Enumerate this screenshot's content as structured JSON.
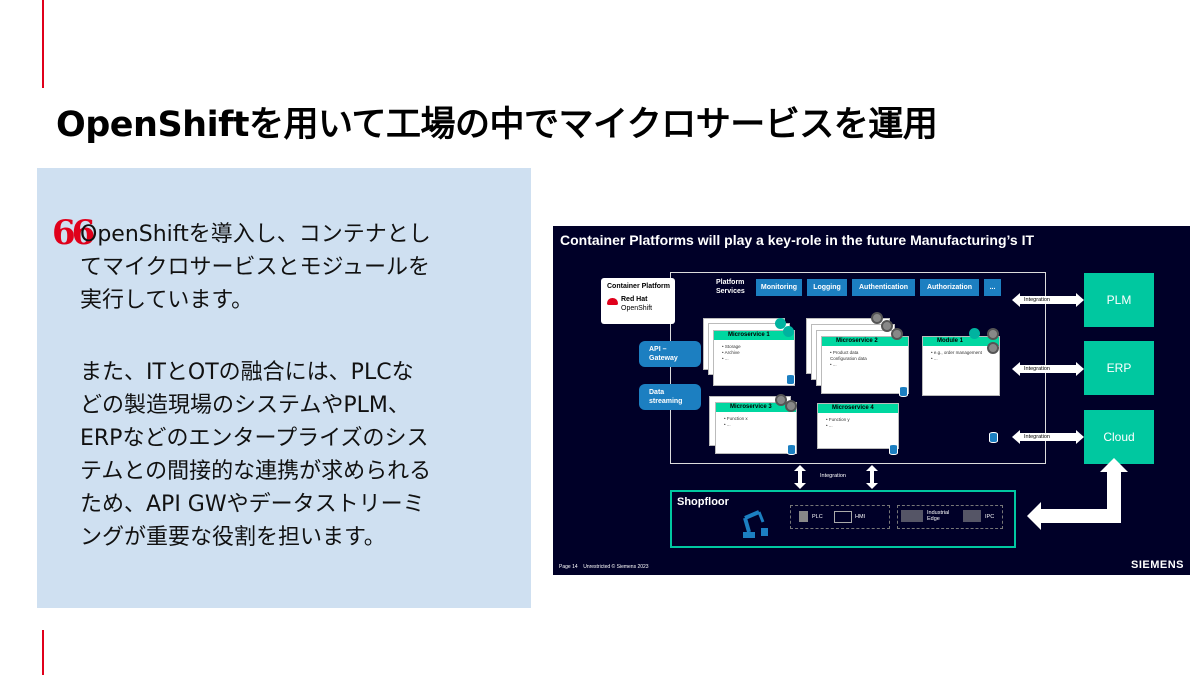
{
  "title": "OpenShiftを用いて工場の中でマイクロサービスを運用",
  "quote": {
    "mark": "66",
    "paragraph1": "OpenShiftを導入し、コンテナとし\nてマイクロサービスとモジュールを\n実行しています。",
    "paragraph2": "また、ITとOTの融合には、PLCな\nどの製造現場のシステムやPLM、\nERPなどのエンタープライズのシス\nテムとの間接的な連携が求められる\nため、API GWやデータストリーミ\nングが重要な役割を担います。"
  },
  "slide": {
    "title": "Container Platforms will play a key-role in the future Manufacturing’s IT",
    "container_platform_label": "Container Platform",
    "redhat_label": "Red Hat",
    "openshift_label": "OpenShift",
    "platform_services_label": "Platform\nServices",
    "services": [
      "Monitoring",
      "Logging",
      "Authentication",
      "Authorization",
      "..."
    ],
    "side_buttons": [
      "API –\nGateway",
      "Data\nstreaming"
    ],
    "microservices": [
      {
        "name": "Microservice 1",
        "items": "•  Storage\n•  Archive\n•  ..."
      },
      {
        "name": "Microservice 2",
        "items": "•  Product data\n    Configuration data\n•  ..."
      },
      {
        "name": "Module 1",
        "items": "•  e.g., order management\n•  ..."
      },
      {
        "name": "Microservice 3",
        "items": "•  Function x\n•  ..."
      },
      {
        "name": "Microservice 4",
        "items": "•  Function y\n•  ..."
      }
    ],
    "integration_label": "Integration",
    "targets": [
      "PLM",
      "ERP",
      "Cloud"
    ],
    "shopfloor": {
      "label": "Shopfloor",
      "plc": "PLC",
      "hmi": "HMI",
      "industrial_edge": "Industrial\nEdge",
      "ipc": "IPC"
    },
    "footer_page": "Page 14",
    "footer_text": "Unrestricted © Siemens 2023",
    "brand": "SIEMENS"
  },
  "colors": {
    "accent": "#e0001b",
    "quote_bg": "#cfe0f1",
    "slide_bg": "#000028",
    "service_blue": "#1c7fc1",
    "teal": "#00c8a0"
  }
}
